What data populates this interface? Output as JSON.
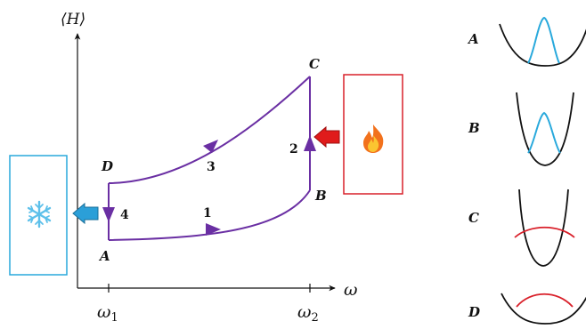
{
  "axes": {
    "y_label": "⟨H⟩",
    "x_label": "ω",
    "x_ticks": [
      {
        "main": "ω",
        "sub": "1"
      },
      {
        "main": "ω",
        "sub": "2"
      }
    ]
  },
  "cycle": {
    "color": "#6a2fa3",
    "corners": {
      "A": "A",
      "B": "B",
      "C": "C",
      "D": "D"
    },
    "steps": [
      "1",
      "2",
      "3",
      "4"
    ]
  },
  "reservoirs": {
    "cold": {
      "icon": "snowflake-icon",
      "glyph": "❄",
      "color": "#29a9dc",
      "arrow_color": "#2b9fd8"
    },
    "hot": {
      "icon": "fire-icon",
      "glyph": "🔥",
      "color": "#d9202a",
      "arrow_color": "#e01b1b"
    }
  },
  "potential_insets": [
    {
      "label": "A",
      "potential": "wide",
      "wavefunction": "narrow-peak",
      "wave_color": "#29a9dc"
    },
    {
      "label": "B",
      "potential": "narrow",
      "wavefunction": "narrow-peak",
      "wave_color": "#29a9dc"
    },
    {
      "label": "C",
      "potential": "narrow",
      "wavefunction": "broad",
      "wave_color": "#d9202a"
    },
    {
      "label": "D",
      "potential": "wide",
      "wavefunction": "broad",
      "wave_color": "#d9202a"
    }
  ]
}
